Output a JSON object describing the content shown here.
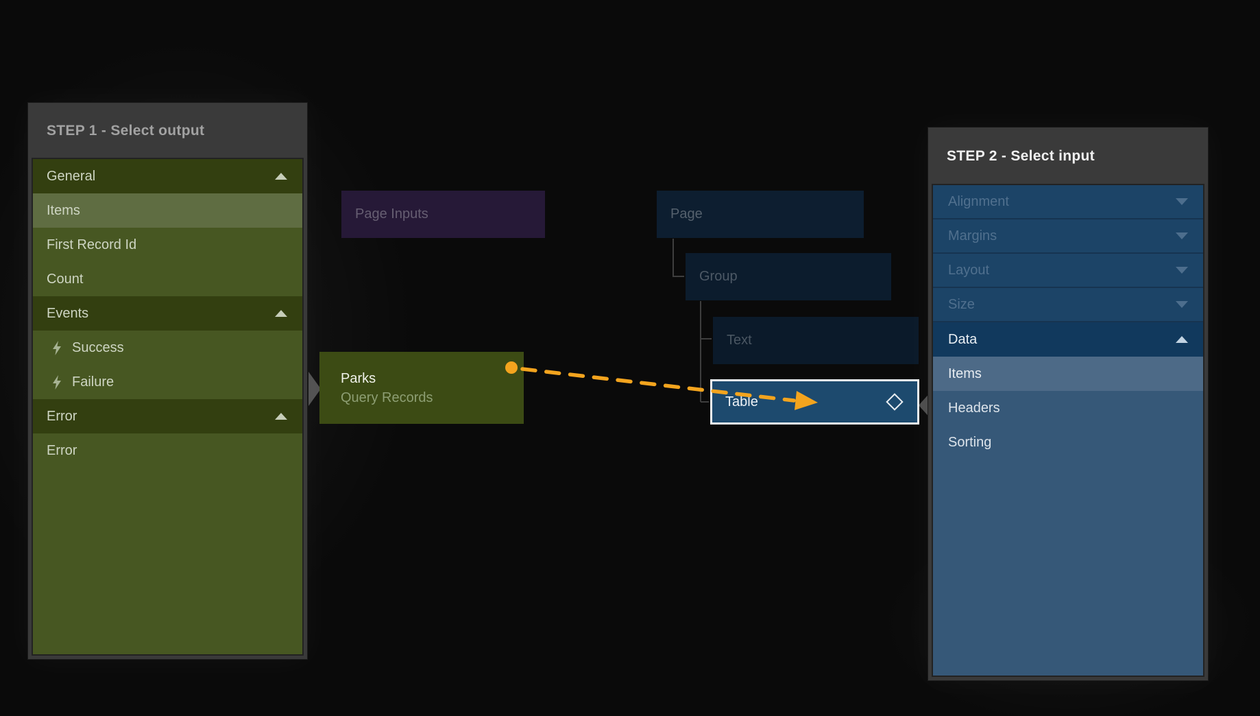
{
  "step1_panel": {
    "title": "STEP 1 - Select output",
    "items": [
      {
        "label": "General",
        "kind": "section",
        "chevron": "up"
      },
      {
        "label": "Items",
        "kind": "selected"
      },
      {
        "label": "First Record Id",
        "kind": "row"
      },
      {
        "label": "Count",
        "kind": "row"
      },
      {
        "label": "Events",
        "kind": "section",
        "chevron": "up"
      },
      {
        "label": "Success",
        "kind": "event",
        "icon": "lightning-icon"
      },
      {
        "label": "Failure",
        "kind": "event",
        "icon": "lightning-icon"
      },
      {
        "label": "Error",
        "kind": "section",
        "chevron": "up"
      },
      {
        "label": "Error",
        "kind": "row"
      }
    ]
  },
  "step2_panel": {
    "title": "STEP 2 - Select input",
    "items": [
      {
        "label": "Alignment",
        "kind": "collapsed",
        "chevron": "down"
      },
      {
        "label": "Margins",
        "kind": "collapsed",
        "chevron": "down"
      },
      {
        "label": "Layout",
        "kind": "collapsed",
        "chevron": "down"
      },
      {
        "label": "Size",
        "kind": "collapsed",
        "chevron": "down"
      },
      {
        "label": "Data",
        "kind": "expanded",
        "chevron": "up"
      },
      {
        "label": "Items",
        "kind": "selected"
      },
      {
        "label": "Headers",
        "kind": "child"
      },
      {
        "label": "Sorting",
        "kind": "child"
      }
    ]
  },
  "canvas_nodes": {
    "page_inputs": {
      "label": "Page Inputs"
    },
    "page": {
      "label": "Page"
    },
    "group": {
      "label": "Group"
    },
    "text": {
      "label": "Text"
    },
    "table": {
      "label": "Table",
      "icon": "diamond-icon"
    },
    "parks": {
      "title": "Parks",
      "subtitle": "Query Records"
    }
  },
  "connection": {
    "type": "dashed-arrow",
    "from": "Parks",
    "to": "Table"
  },
  "colors": {
    "accent_orange": "#f3a41e",
    "panel_frame": "#3a3a3a",
    "step1_section_bg": "#333f10",
    "step1_row_bg": "#475722",
    "step1_selected_bg": "#5f6d42",
    "step2_collapsed_bg": "#1c4467",
    "step2_expanded_bg": "#11395d",
    "step2_selected_bg": "#4d6a87",
    "step2_child_bg": "#365878",
    "table_node_bg": "#1d4a6e",
    "table_node_border": "#f0f3f5",
    "parks_node_bg": "#3c4b14",
    "page_inputs_node_bg": "#261937",
    "tree_node_bg": "#0d1e30"
  }
}
